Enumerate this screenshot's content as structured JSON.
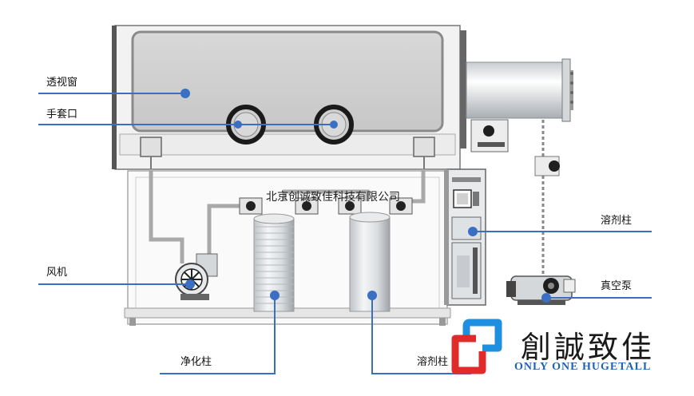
{
  "labels": {
    "window": "透视窗",
    "glove_port": "手套口",
    "fan": "风机",
    "purification_column": "净化柱",
    "solvent_column_bottom": "溶剂柱",
    "solvent_column_right": "溶剂柱",
    "vacuum_pump": "真空泵"
  },
  "watermark": "北京创诚致佳科技有限公司",
  "logo": {
    "cn_text": "創誠致佳",
    "en_text": "ONLY ONE HUGETALL"
  },
  "colors": {
    "callout": "#3b6fc4",
    "logo_blue": "#1f8fe0",
    "logo_red": "#e02b2b"
  }
}
